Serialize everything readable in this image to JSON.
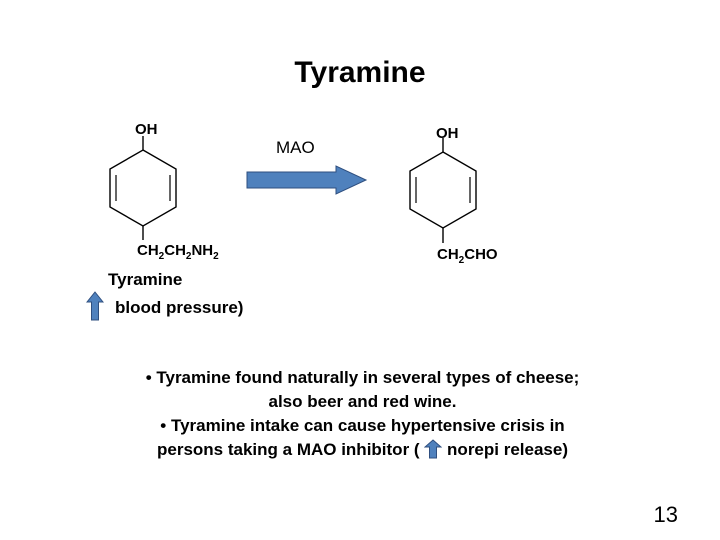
{
  "slide": {
    "title": "Tyramine",
    "page_number": "13"
  },
  "reaction": {
    "enzyme": "MAO",
    "reactant": {
      "top_group": "OH",
      "bottom_group_parts": [
        "CH",
        "2",
        "CH",
        "2",
        "NH",
        "2"
      ]
    },
    "product": {
      "top_group": "OH",
      "bottom_group_parts": [
        "CH",
        "2",
        "CHO"
      ]
    }
  },
  "labels": {
    "reactant_name": "Tyramine",
    "effect_text": "blood pressure)"
  },
  "notes": {
    "line1": "• Tyramine found naturally in several types of cheese;",
    "line2": "also beer and red wine.",
    "line3": "• Tyramine intake can cause hypertensive crisis in",
    "line4_before": "persons taking a MAO inhibitor (",
    "line4_after": "norepi release)"
  },
  "colors": {
    "arrow_fill": "#4f81bd",
    "arrow_stroke": "#2f4f7f",
    "ring_stroke": "#000000"
  }
}
